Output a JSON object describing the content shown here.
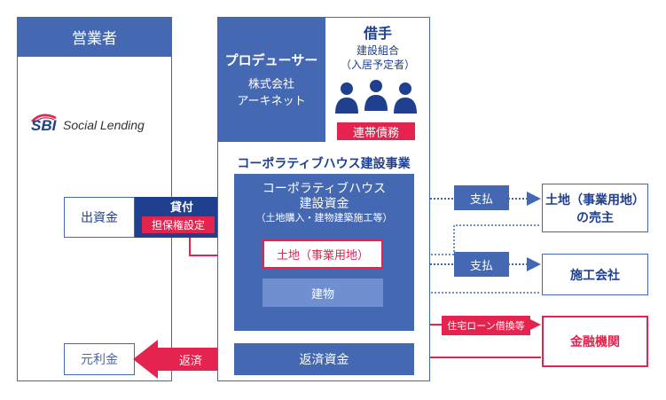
{
  "colors": {
    "primary_blue": "#4468b2",
    "dark_blue": "#1f3f8f",
    "light_blue": "#6f8fd0",
    "accent_red": "#e4234e"
  },
  "lender": {
    "header": "営業者",
    "logo_mark": "SBI",
    "logo_text": "Social Lending",
    "investment": "出資金",
    "principal_interest": "元利金"
  },
  "loan_arrow": {
    "label": "貸付",
    "sub_label": "担保権設定"
  },
  "producer": {
    "title": "プロデューサー",
    "company_line1": "株式会社",
    "company_line2": "アーキネット"
  },
  "borrower": {
    "title": "借手",
    "line1": "建設組合",
    "line2": "（入居予定者）",
    "badge": "連帯債務",
    "icon": "people-icon"
  },
  "project": {
    "title": "コーポラティブハウス建設事業",
    "fund_line1": "コーポラティブハウス",
    "fund_line2": "建設資金",
    "fund_line3": "（土地購入・建物建築施工等）",
    "land": "土地（事業用地）",
    "building": "建物",
    "repayment_funds": "返済資金"
  },
  "flows": {
    "payment1": "支払",
    "payment2": "支払",
    "mortgage_refi": "住宅ローン借換等",
    "repayment": "返済"
  },
  "parties": {
    "land_seller_line1": "土地（事業用地）",
    "land_seller_line2": "の売主",
    "contractor": "施工会社",
    "financial_institution": "金融機関"
  }
}
